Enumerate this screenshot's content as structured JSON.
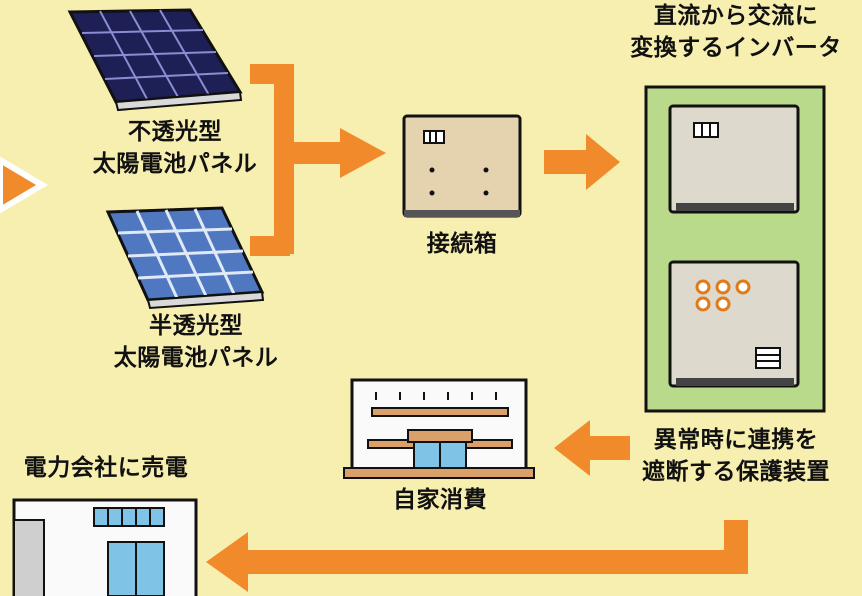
{
  "labels": {
    "opaque_panel": [
      "不透光型",
      "太陽電池パネル"
    ],
    "translucent_panel": [
      "半透光型",
      "太陽電池パネル"
    ],
    "junction_box": "接続箱",
    "inverter": [
      "直流から交流に",
      "変換するインバータ"
    ],
    "protection": [
      "異常時に連携を",
      "遮断する保護装置"
    ],
    "self_consumption": "自家消費",
    "sell_power": "電力会社に売電"
  },
  "colors": {
    "background": "#f7efb0",
    "arrow": "#f08a2a",
    "inverter_panel": "#b9da8a",
    "device_body": "#ddd9cc",
    "junction_body": "#e4d3ae",
    "opaque_cell": "#2c2f7a",
    "translucent_cell": "#5b84c7"
  }
}
